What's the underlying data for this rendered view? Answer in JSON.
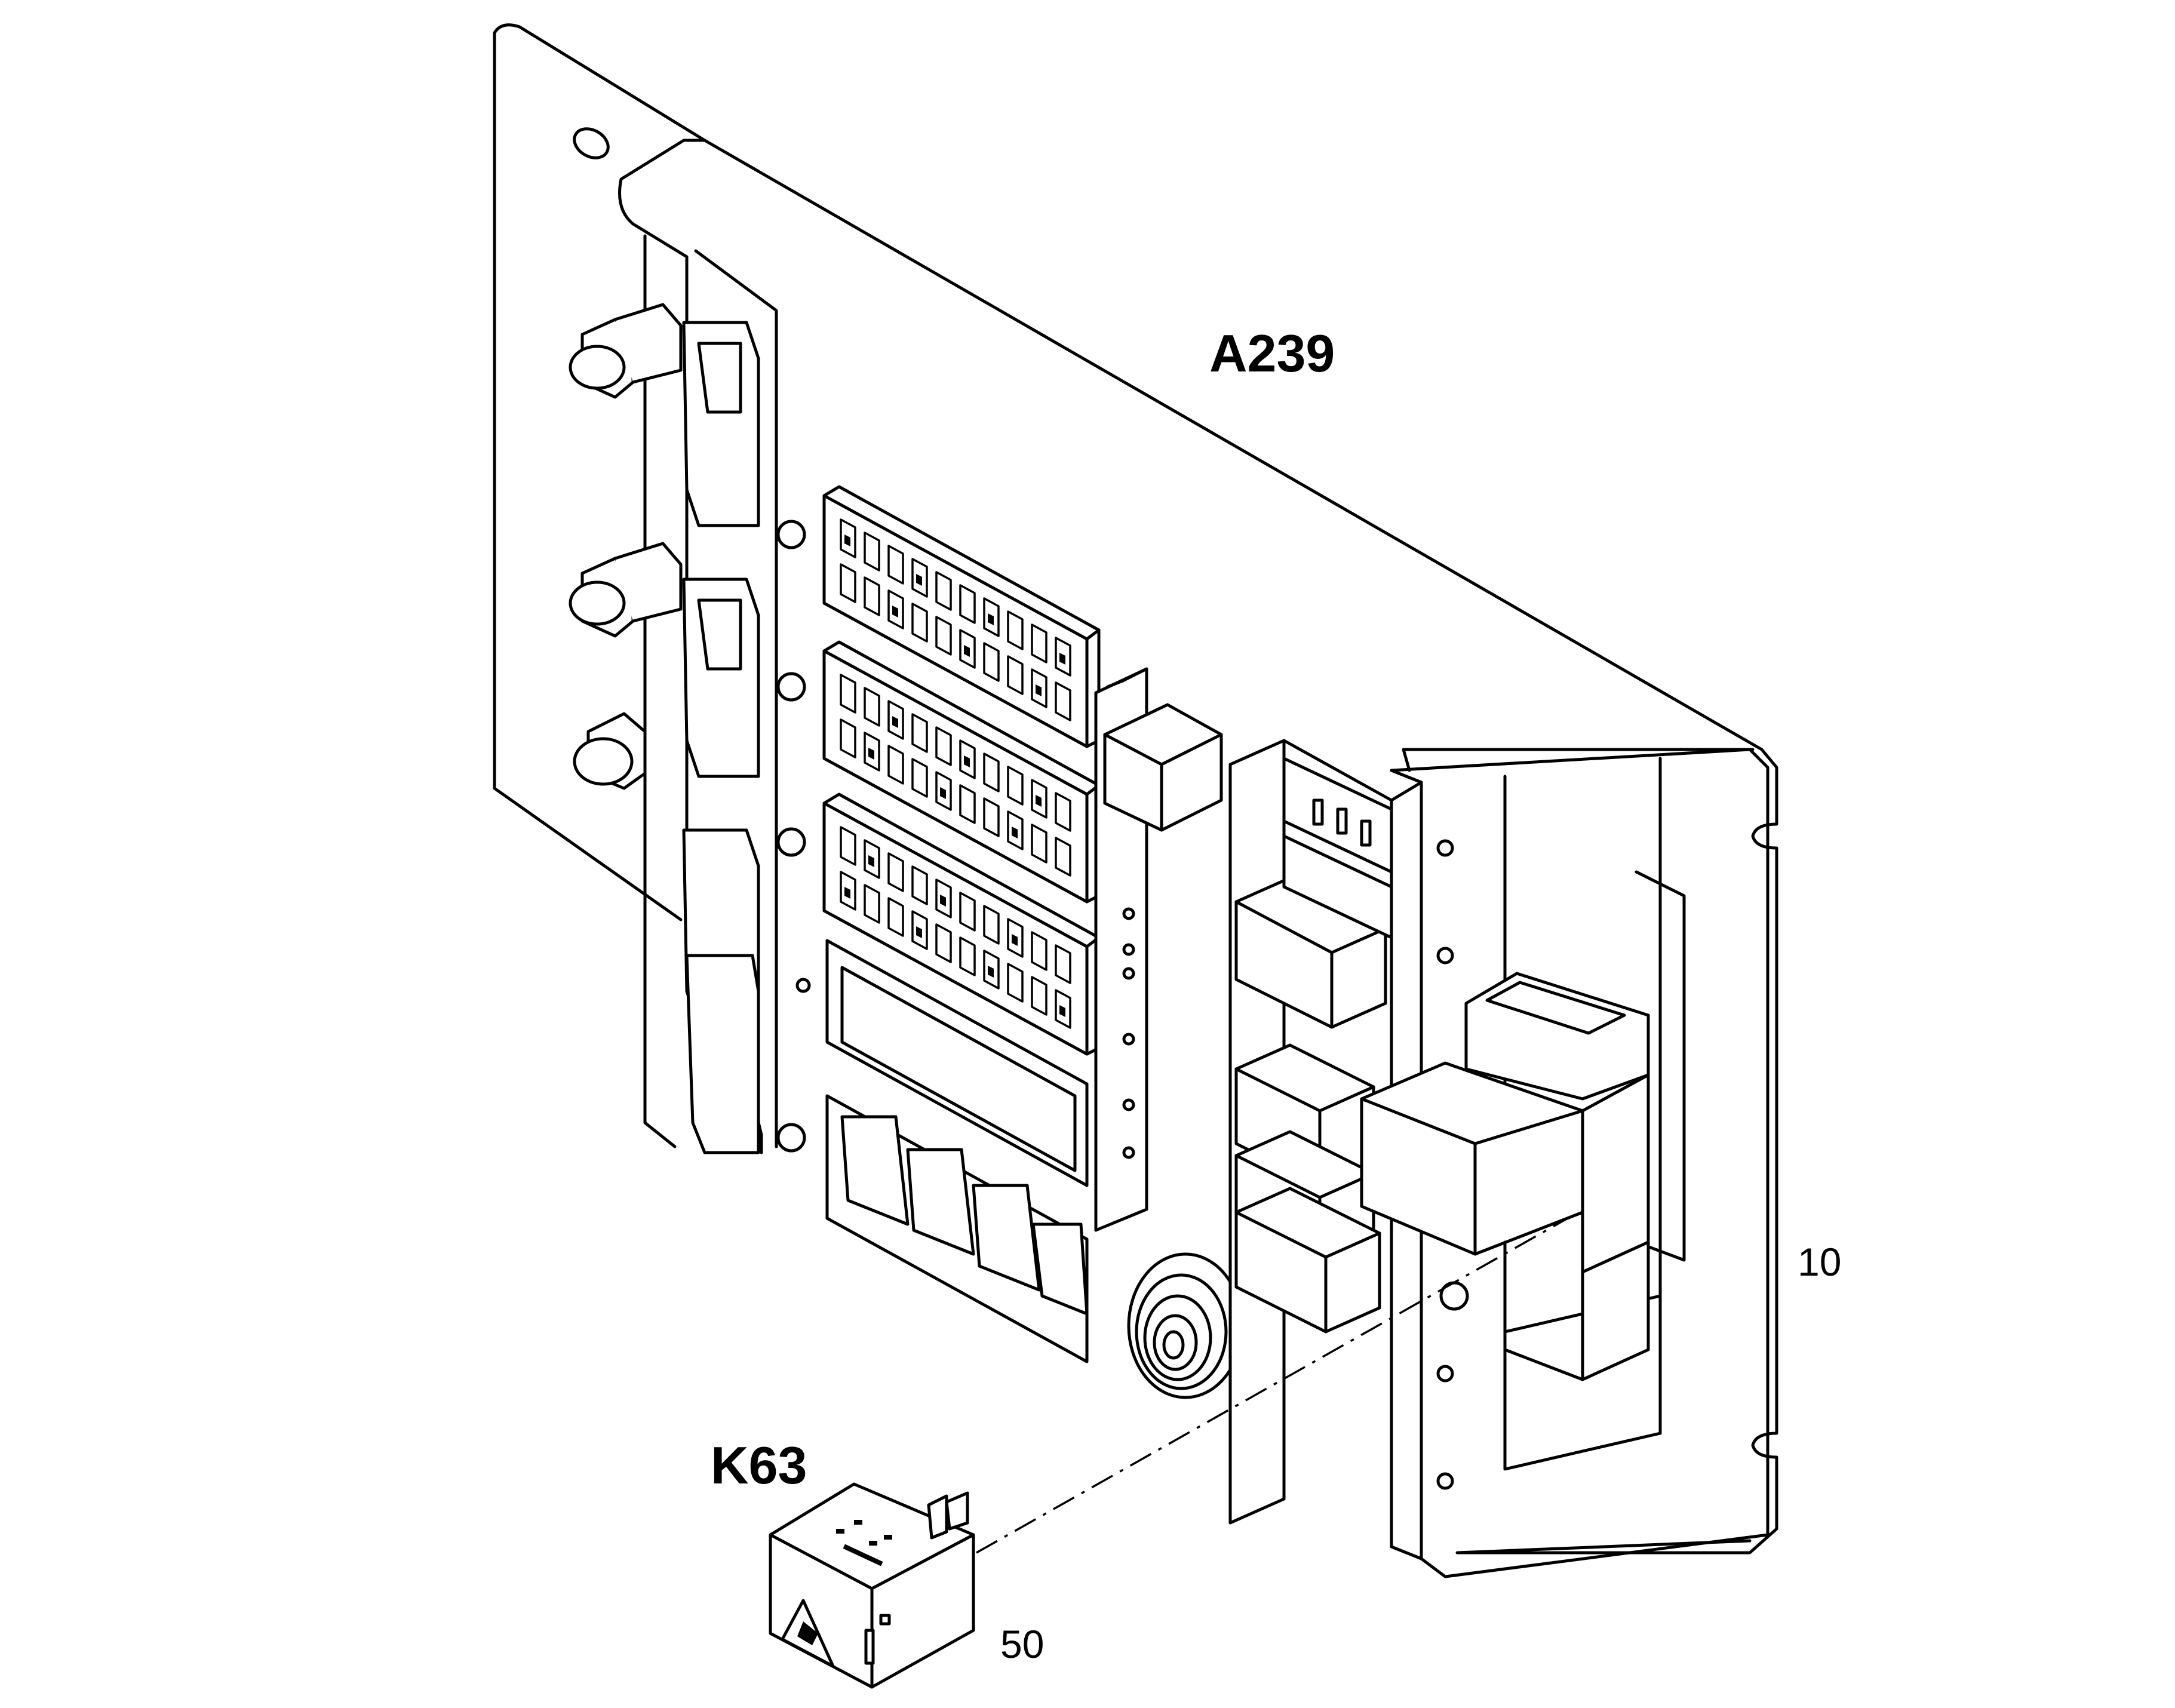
{
  "labels": {
    "assembly": "A239",
    "relay": "K63",
    "item_panel": "10",
    "item_relay": "50"
  },
  "icons": {
    "warning_mark": "warning-triangle-icon"
  }
}
